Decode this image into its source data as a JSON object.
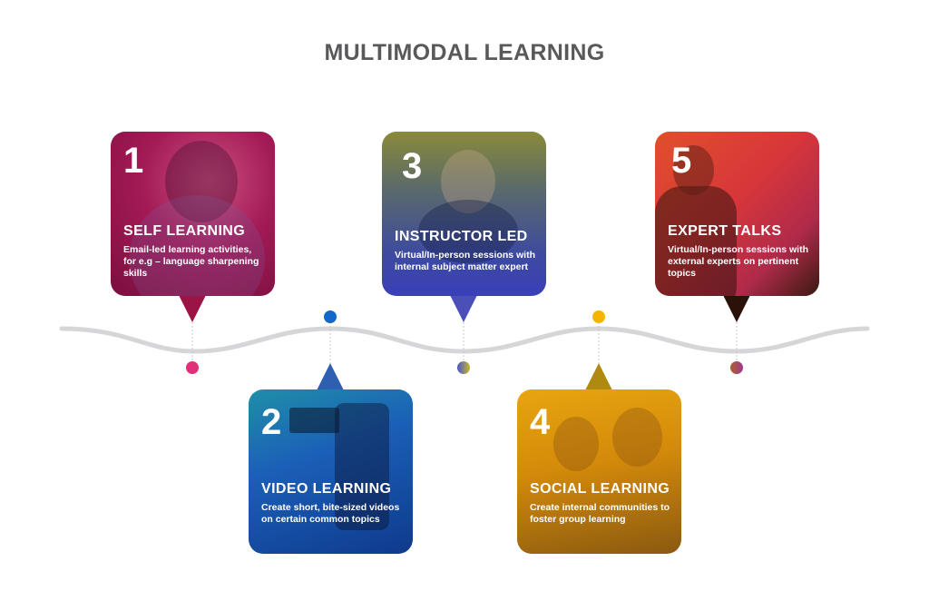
{
  "title": "MULTIMODAL LEARNING",
  "colors": {
    "title": "#58595b",
    "timeline_line": "#d6d6d8",
    "connector": "#c8c8cc"
  },
  "cards": [
    {
      "number": "1",
      "heading": "SELF LEARNING",
      "description": "Email-led learning activities, for e.g – language sharpening skills",
      "position": "top",
      "image": "man-with-headphones-photo",
      "tint": "#c2185b",
      "dot_color": "#e0307a"
    },
    {
      "number": "2",
      "heading": "VIDEO LEARNING",
      "description": "Create short, bite-sized videos on certain common topics",
      "position": "bottom",
      "image": "video-camera-photo",
      "tint": "#1565c0",
      "dot_color": "#1e6fd0"
    },
    {
      "number": "3",
      "heading": "INSTRUCTOR LED",
      "description": "Virtual/In-person sessions with internal subject matter expert",
      "position": "top",
      "image": "video-call-laptop-photo",
      "tint": "#3f51b5",
      "dot_color": "#6a6fc0"
    },
    {
      "number": "4",
      "heading": "SOCIAL LEARNING",
      "description": "Create internal communities to foster group learning",
      "position": "bottom",
      "image": "group-laughing-photo",
      "tint": "#e6a100",
      "dot_color": "#f5b800"
    },
    {
      "number": "5",
      "heading": "EXPERT TALKS",
      "description": "Virtual/In-person sessions with external experts on pertinent topics",
      "position": "top",
      "image": "speaker-audience-photo",
      "tint": "#d84315",
      "dot_color": "#9a4a6a"
    }
  ]
}
